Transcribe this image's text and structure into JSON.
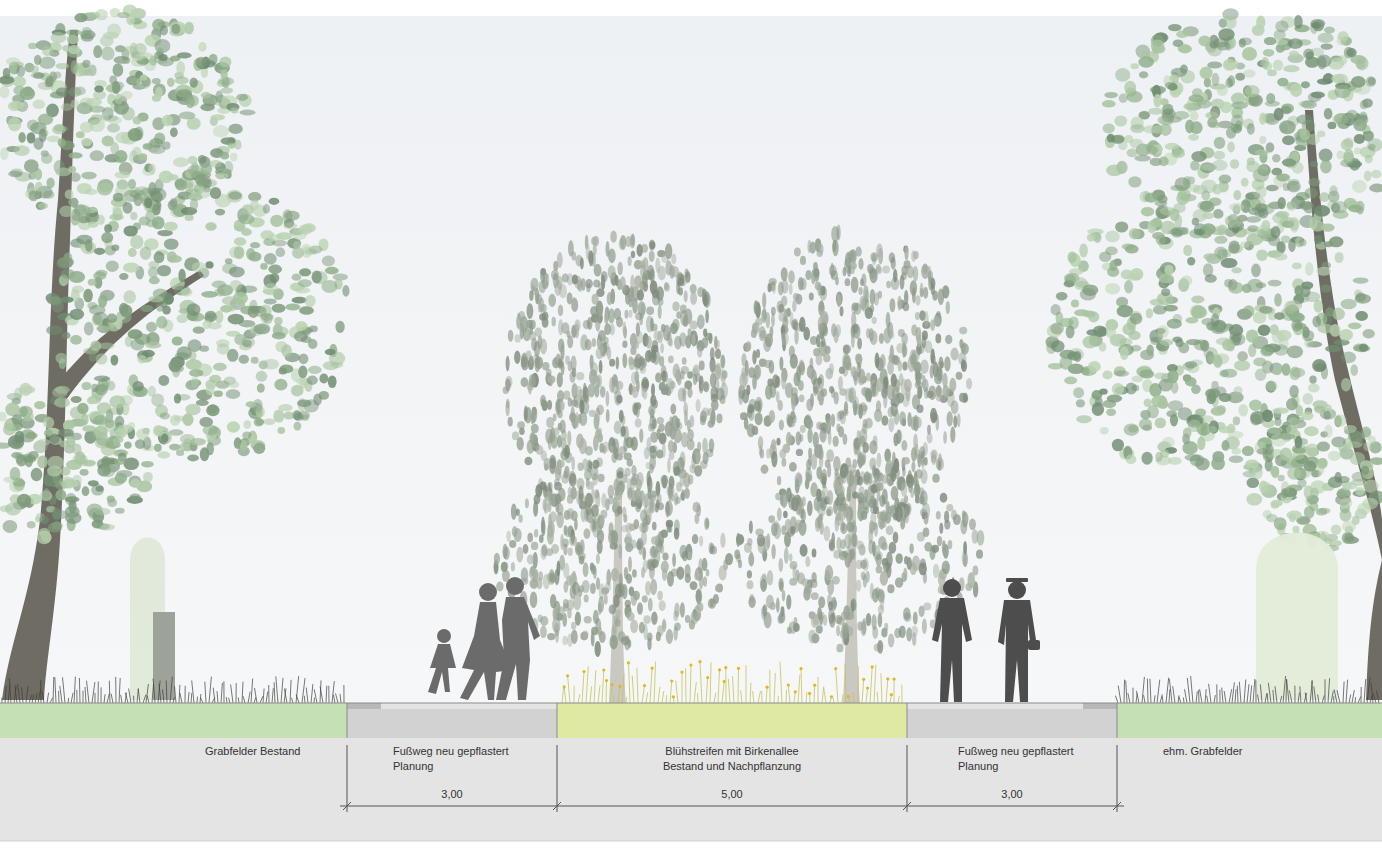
{
  "diagram": {
    "labels": [
      "Grabfelder Bestand",
      "Fußweg neu gepflastert Planung",
      "Blühstreifen mit Birkenallee Bestand und Nachpflanzung",
      "Fußweg neu gepflastert Planung",
      "ehm. Grabfelder",
      "3,00",
      "5,00",
      "3,00"
    ]
  }
}
